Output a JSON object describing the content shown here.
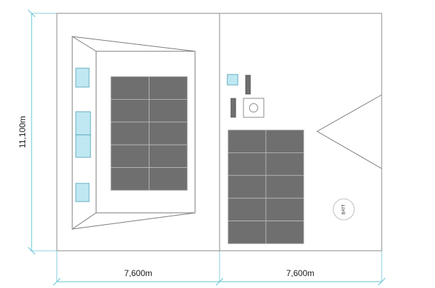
{
  "dimensions": {
    "height_label": "11,100m",
    "width_left_label": "7,600m",
    "width_right_label": "7,600m"
  },
  "battery": {
    "label": "BATT"
  },
  "colors": {
    "dimension_line": "#5fc2d3",
    "panel_fill": "#6f6f6f",
    "panel_stroke": "#bdbdbd",
    "skylight_fill": "#bfe8f2",
    "skylight_stroke": "#4a9bb0",
    "outline": "#8a8a8a",
    "text": "#1a1a1a"
  }
}
